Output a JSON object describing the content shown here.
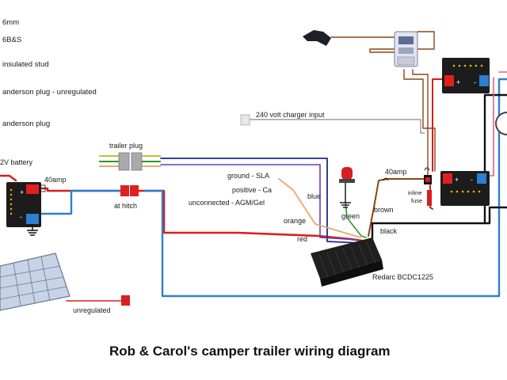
{
  "legend": {
    "items": [
      "6mm",
      "6B&S",
      "insulated stud",
      "anderson plug - unregulated",
      "anderson plug"
    ]
  },
  "labels": {
    "battery": "2V battery",
    "fuse_left": "40amp",
    "trailer_plug": "trailer plug",
    "at_hitch": "at hitch",
    "unregulated": "unregulated",
    "charger_input": "240 volt charger input",
    "ground_sla": "ground - SLA",
    "positive_ca": "positive - Ca",
    "unconnected_agm": "unconnected - AGM/Gel",
    "blue": "blue",
    "orange": "orange",
    "red": "red",
    "green": "green",
    "brown": "brown",
    "black": "black",
    "fuse_right": "40amp",
    "inline": "inline",
    "fuse_word": "fuse",
    "redarc": "Redarc BCDC1225",
    "plus": "+",
    "minus": "-"
  },
  "title": "Rob & Carol's camper trailer wiring diagram",
  "colors": {
    "red": "#d81e1e",
    "blue": "#2d7fd0",
    "navy": "#1a2a8c",
    "purple": "#6a3fb0",
    "brown": "#8b4513",
    "orange": "#e8a96a",
    "green": "#2a9a2a",
    "black": "#111111",
    "battery_body": "#1c1c1c",
    "battery_led": "#f2b705",
    "terminal_red": "#e02020",
    "terminal_blue": "#2d7fd0",
    "pink": "#e8607a"
  }
}
